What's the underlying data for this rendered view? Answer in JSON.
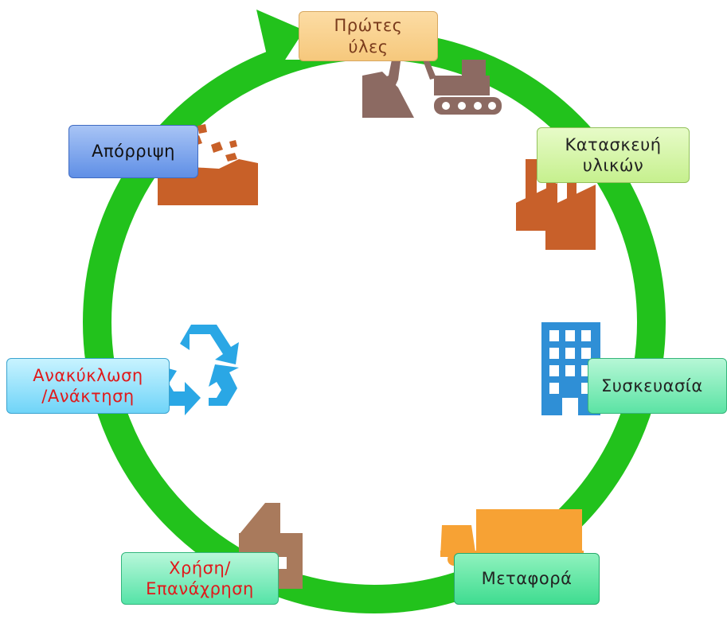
{
  "diagram": {
    "nodes": {
      "raw_materials": {
        "lines": [
          "Πρώτες",
          "ύλες"
        ]
      },
      "manufacturing": {
        "lines": [
          "Κατασκευή",
          "υλικών"
        ]
      },
      "packaging": {
        "lines": [
          "Συσκευασία"
        ]
      },
      "transport": {
        "lines": [
          "Μεταφορά"
        ]
      },
      "use": {
        "lines": [
          "Χρήση/",
          "Επανάχρηση"
        ]
      },
      "recycling": {
        "lines": [
          "Ανακύκλωση",
          "/Ανάκτηση"
        ]
      },
      "disposal": {
        "lines": [
          "Απόρριψη"
        ]
      }
    },
    "colors": {
      "cycle_arrow": "#22c21c",
      "excavator": "#8c6a62",
      "factory": "#c8602a",
      "building": "#2f8fd6",
      "truck": "#f7a234",
      "house": "#a97a5c",
      "recycle_symbol": "#2aa7e5",
      "debris": "#c86028"
    },
    "icons": [
      "excavator-icon",
      "factory-icon",
      "building-icon",
      "truck-icon",
      "house-icon",
      "recycle-icon",
      "debris-icon"
    ]
  }
}
